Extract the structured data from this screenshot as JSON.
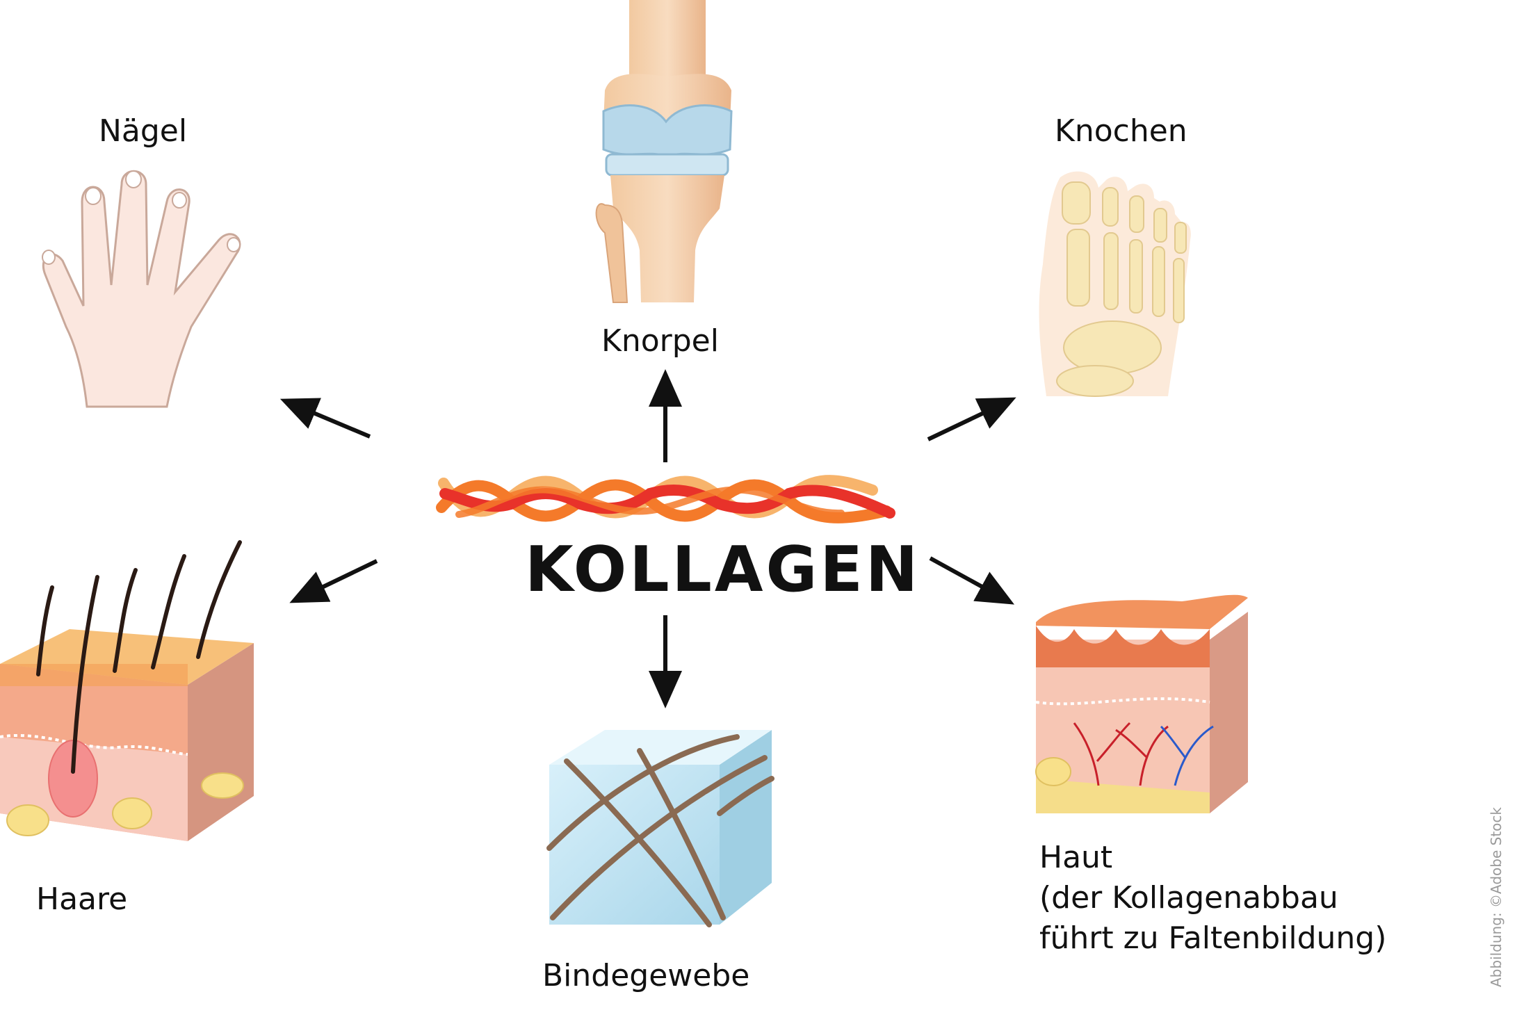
{
  "title": "KOLLAGEN",
  "labels": {
    "naegel": "Nägel",
    "knorpel": "Knorpel",
    "knochen": "Knochen",
    "haare": "Haare",
    "bindegewebe": "Bindegewebe",
    "haut_line1": "Haut",
    "haut_line2": "(der Kollagenabbau",
    "haut_line3": "führt zu Faltenbildung)"
  },
  "credit": "Abbildung: ©Adobe Stock",
  "colors": {
    "collagen_red": "#e8322a",
    "collagen_orange": "#f47a2a",
    "collagen_light": "#f7b46c",
    "skin": "#f5b59a",
    "cartilage": "#b7d8ea",
    "bone": "#f3dfa6",
    "tissue_blue": "#bfe3f2",
    "fiber_brown": "#8a6a52"
  }
}
